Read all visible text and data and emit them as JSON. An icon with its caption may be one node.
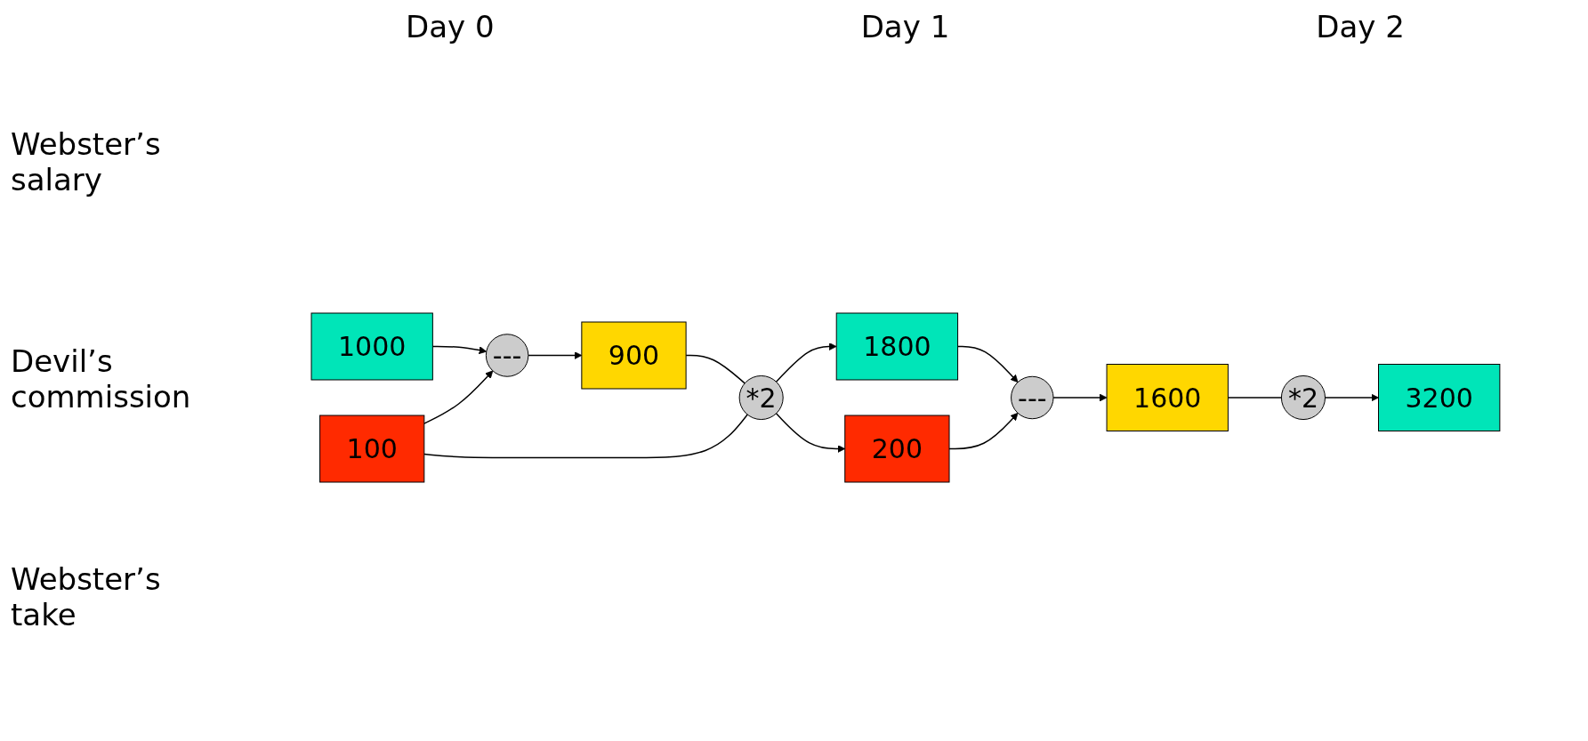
{
  "diagram": {
    "nodes": [
      {
        "text": [
          "1000"
        ]
      },
      {
        "text": [
          "1800"
        ]
      },
      {
        "text": [
          "3200"
        ]
      },
      {
        "text": [
          "100"
        ]
      },
      {
        "text": [
          "*2"
        ]
      },
      {
        "text": [
          "200"
        ]
      },
      {
        "text": [
          "*2"
        ]
      },
      {
        "text": [
          "---"
        ]
      },
      {
        "text": [
          "---"
        ]
      },
      {
        "text": [
          "900"
        ]
      },
      {
        "text": [
          "1600"
        ]
      }
    ],
    "edges": [
      {
        "from": 0,
        "to": 7,
        "arrow": "to"
      },
      {
        "from": 3,
        "to": 7,
        "arrow": "to"
      },
      {
        "from": 7,
        "to": 9,
        "arrow": "to"
      },
      {
        "from": 9,
        "to": 4,
        "arrow": "none"
      },
      {
        "from": 3,
        "to": 4,
        "arrow": "none"
      },
      {
        "from": 4,
        "to": 1,
        "arrow": "to"
      },
      {
        "from": 4,
        "to": 5,
        "arrow": "to"
      },
      {
        "from": 1,
        "to": 8,
        "arrow": "to"
      },
      {
        "from": 5,
        "to": 8,
        "arrow": "to"
      },
      {
        "from": 8,
        "to": 10,
        "arrow": "to"
      },
      {
        "from": 10,
        "to": 6,
        "arrow": "none"
      },
      {
        "from": 6,
        "to": 2,
        "arrow": "to"
      }
    ],
    "labels": [
      "Day 0",
      "Day 1",
      "Webster’s salary",
      "Day 2",
      "Devil’s commission",
      "Webster’s take"
    ]
  }
}
